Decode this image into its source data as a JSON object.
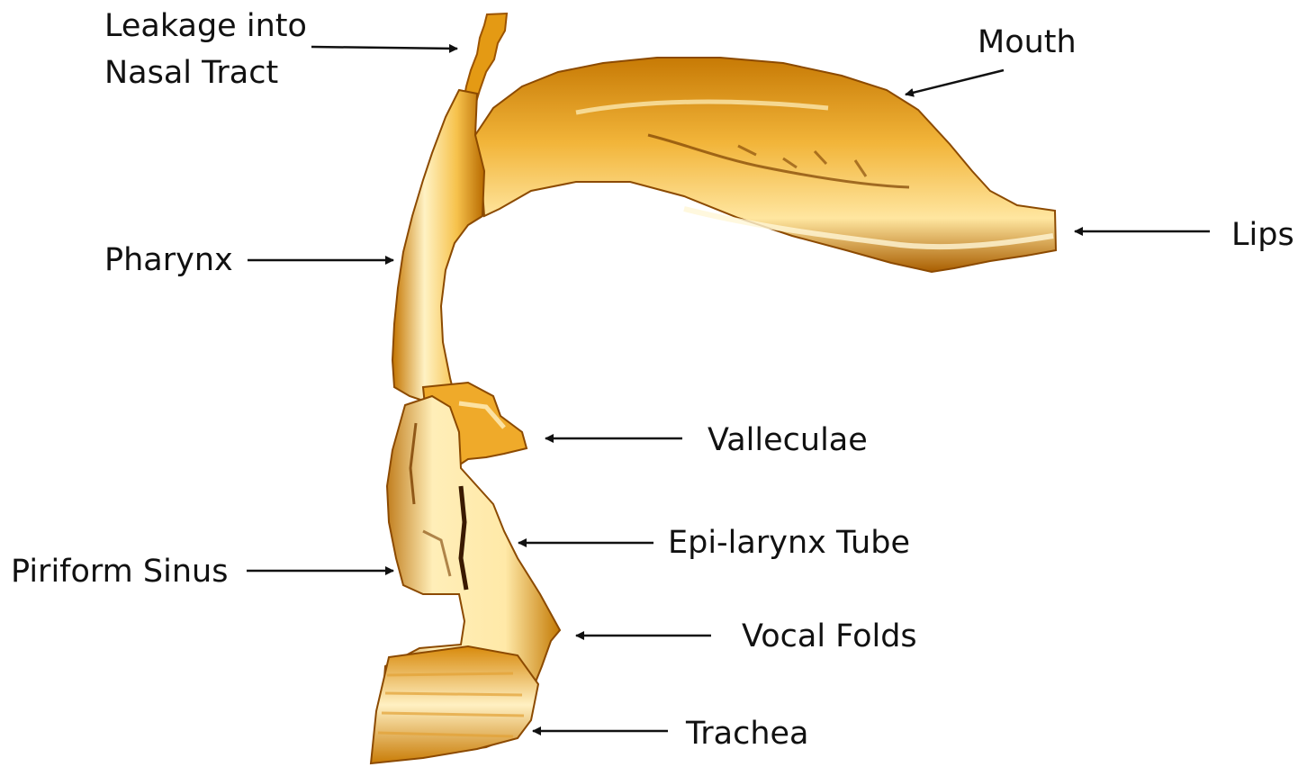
{
  "labels": {
    "leakage_line1": "Leakage into",
    "leakage_line2": "Nasal Tract",
    "mouth": "Mouth",
    "lips": "Lips",
    "pharynx": "Pharynx",
    "valleculae": "Valleculae",
    "epi_larynx": "Epi-larynx Tube",
    "piriform": "Piriform Sinus",
    "vocal_folds": "Vocal Folds",
    "trachea": "Trachea"
  },
  "colors": {
    "dark": "#8c4a00",
    "mid": "#d8890a",
    "light": "#f3b432",
    "highlight": "#fff3c8",
    "text": "#111111"
  }
}
